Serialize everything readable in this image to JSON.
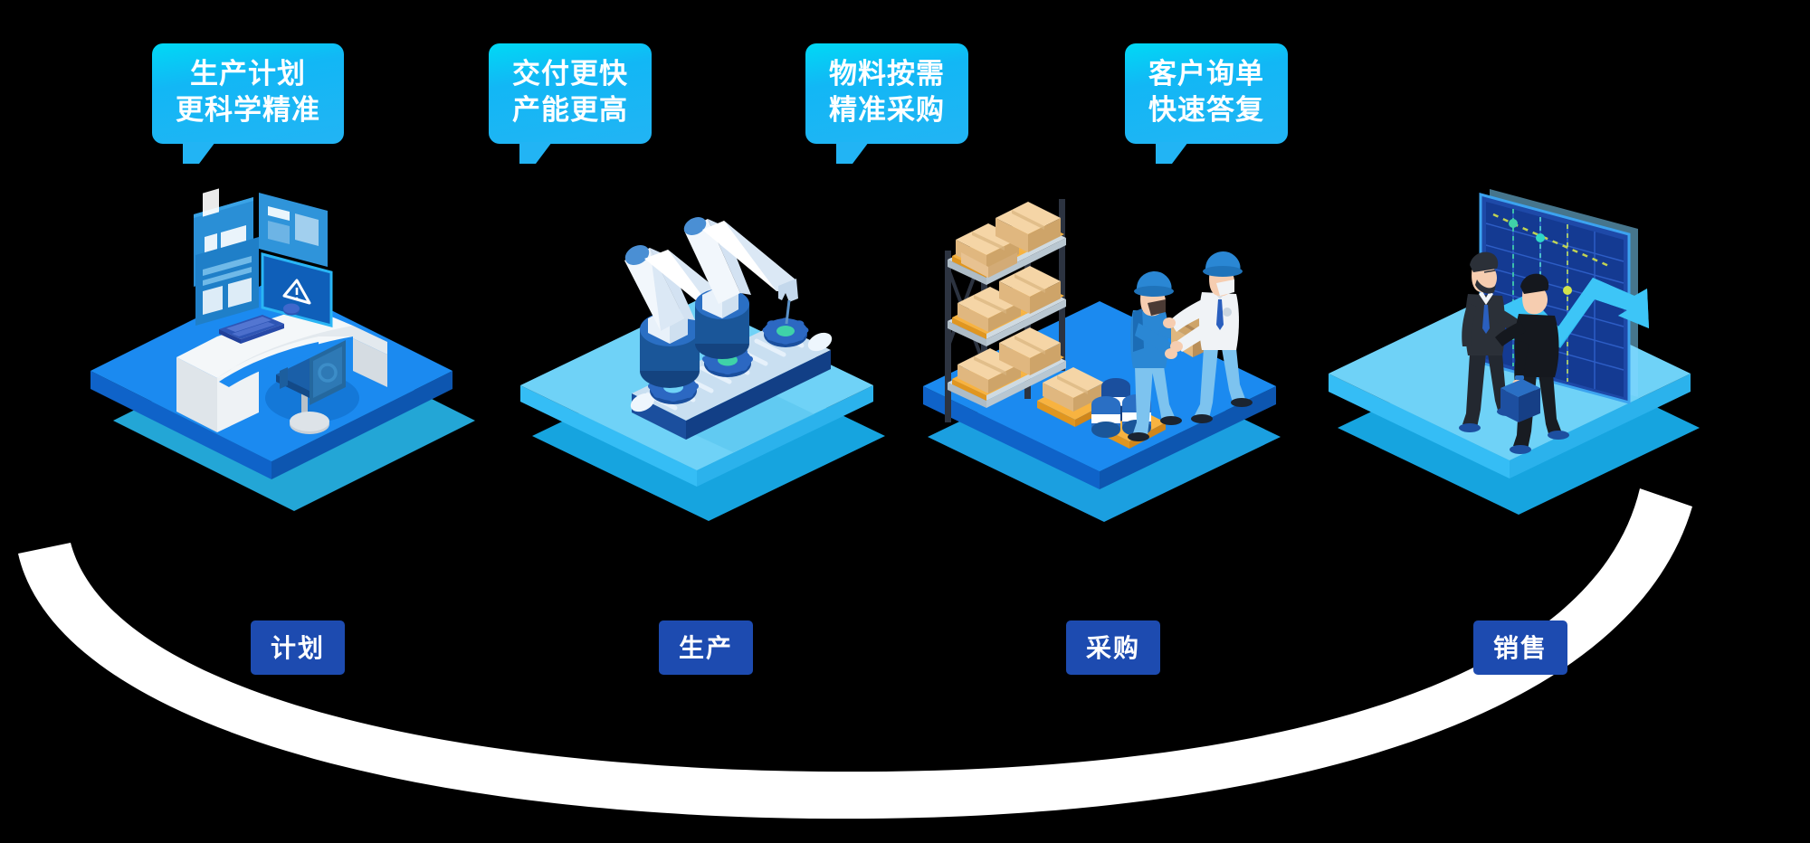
{
  "graphic": {
    "title": "Manufacturing ERP Value Chain Isometric Illustration",
    "background_color": "#000000",
    "ribbon_color": "#ffffff",
    "bubble_gradient": [
      "#00d9f5",
      "#22b4f4"
    ],
    "label_color": "#1d4bb0"
  },
  "stages": [
    {
      "id": "plan",
      "label": "计划",
      "bubble": {
        "line1": "生产计划",
        "line2": "更科学精准"
      },
      "scene_name": "workstation-control-room",
      "platform_top": "#1b8af0",
      "platform_side": "#0f63c9",
      "platform_shadow": "#29c3fb"
    },
    {
      "id": "produce",
      "label": "生产",
      "bubble": {
        "line1": "交付更快",
        "line2": "产能更高"
      },
      "scene_name": "robotic-arms-conveyor",
      "platform_top": "#6fd2f7",
      "platform_side": "#35bdf5",
      "platform_shadow": "#18b6f7"
    },
    {
      "id": "purchase",
      "label": "采购",
      "bubble": {
        "line1": "物料按需",
        "line2": "精准采购"
      },
      "scene_name": "warehouse-rack-workers",
      "platform_top": "#1b8af0",
      "platform_side": "#0f63c9",
      "platform_shadow": "#1eb0f8"
    },
    {
      "id": "sales",
      "label": "销售",
      "bubble": {
        "line1": "客户询单",
        "line2": "快速答复"
      },
      "scene_name": "handshake-growth-chart",
      "platform_top": "#6fd2f7",
      "platform_side": "#35bdf5",
      "platform_shadow": "#18b6f7"
    }
  ]
}
